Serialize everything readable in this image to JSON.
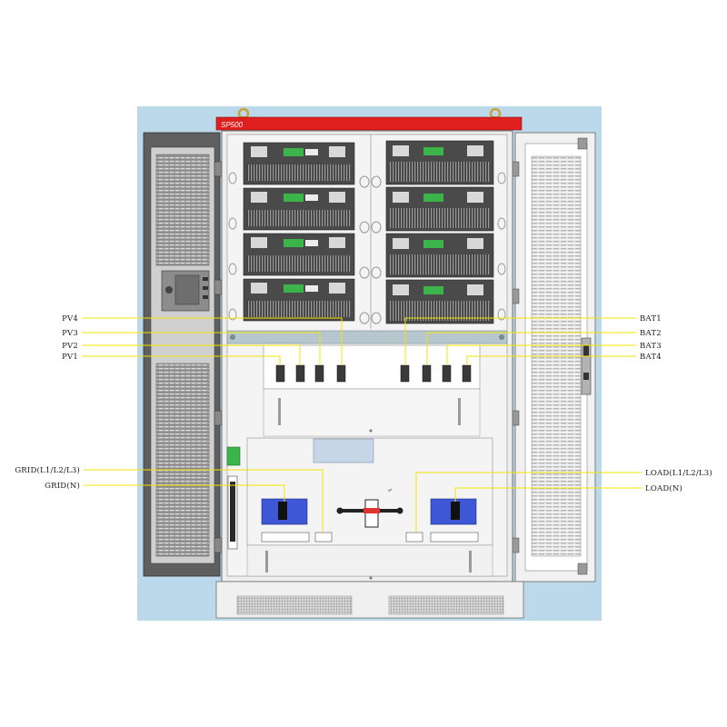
{
  "cabinet": {
    "brand_label": "SP500"
  },
  "callouts": {
    "left": [
      {
        "key": "pv4",
        "label": "PV4"
      },
      {
        "key": "pv3",
        "label": "PV3"
      },
      {
        "key": "pv2",
        "label": "PV2"
      },
      {
        "key": "pv1",
        "label": "PV1"
      },
      {
        "key": "grid_l",
        "label": "GRID(L1/L2/L3)"
      },
      {
        "key": "grid_n",
        "label": "GRID(N)"
      }
    ],
    "right": [
      {
        "key": "bat1",
        "label": "BAT1"
      },
      {
        "key": "bat2",
        "label": "BAT2"
      },
      {
        "key": "bat3",
        "label": "BAT3"
      },
      {
        "key": "bat4",
        "label": "BAT4"
      },
      {
        "key": "load_l",
        "label": "LOAD(L1/L2/L3)"
      },
      {
        "key": "load_n",
        "label": "LOAD(N)"
      }
    ]
  },
  "colors": {
    "background_panel": "#bcd9ec",
    "cabinet_frame": "#eeeeee",
    "cabinet_stroke": "#6d6d6d",
    "door_dark": "#5f5f5f",
    "brand_bar": "#e0201e",
    "callout_line": "#f2e400",
    "breaker_blue": "#3d57d6",
    "module_dark": "#4a4a4a",
    "eye_bolt": "#c9a23c",
    "status_green": "#3bb54a"
  }
}
